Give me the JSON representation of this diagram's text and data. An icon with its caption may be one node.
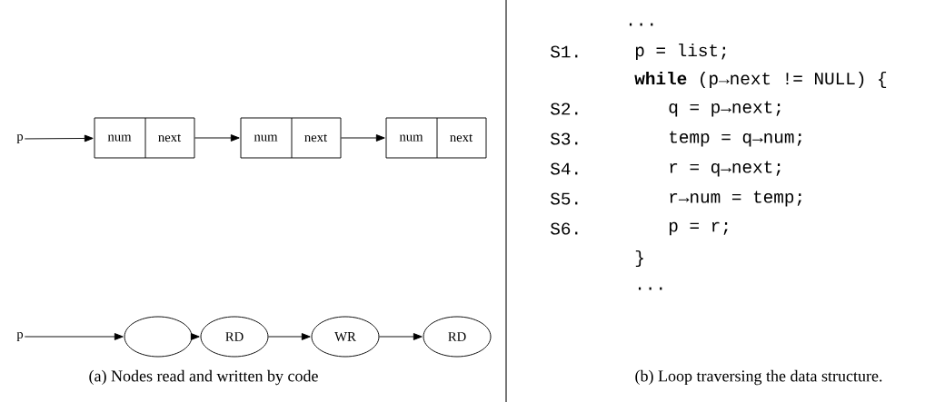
{
  "diagram": {
    "nodes": [
      {
        "text": [
          "p"
        ]
      },
      {
        "text": [
          "num",
          "next"
        ]
      },
      {
        "text": [
          "num",
          "next"
        ]
      },
      {
        "text": [
          "num",
          "next"
        ]
      },
      {
        "text": [
          "p"
        ]
      },
      {
        "text": [],
        "shape": "circle"
      },
      {
        "text": [
          "RD"
        ]
      },
      {
        "text": [
          "WR"
        ]
      },
      {
        "text": [
          "RD"
        ]
      }
    ],
    "edges": [
      {
        "from": 0,
        "to": 1,
        "arrow": "to"
      },
      {
        "from": 1,
        "to": 2,
        "arrow": "to"
      },
      {
        "from": 2,
        "to": 3,
        "arrow": "to"
      },
      {
        "from": 4,
        "to": 5,
        "arrow": "to"
      },
      {
        "from": 5,
        "to": 6,
        "arrow": "to"
      },
      {
        "from": 6,
        "to": 7,
        "arrow": "to"
      },
      {
        "from": 7,
        "to": 8,
        "arrow": "to"
      }
    ],
    "labels": [
      "...",
      "S1.",
      "p = list;",
      "**while** (p→next != NULL) {",
      "S2.",
      "q = p→next;",
      "S3.",
      "temp = q→num;",
      "S4.",
      "r = q→next;",
      "S5.",
      "r→num = temp;",
      "S6.",
      "p = r;",
      "}",
      "...",
      "(a) Nodes read and written by code",
      "(b) Loop traversing the data structure."
    ]
  }
}
